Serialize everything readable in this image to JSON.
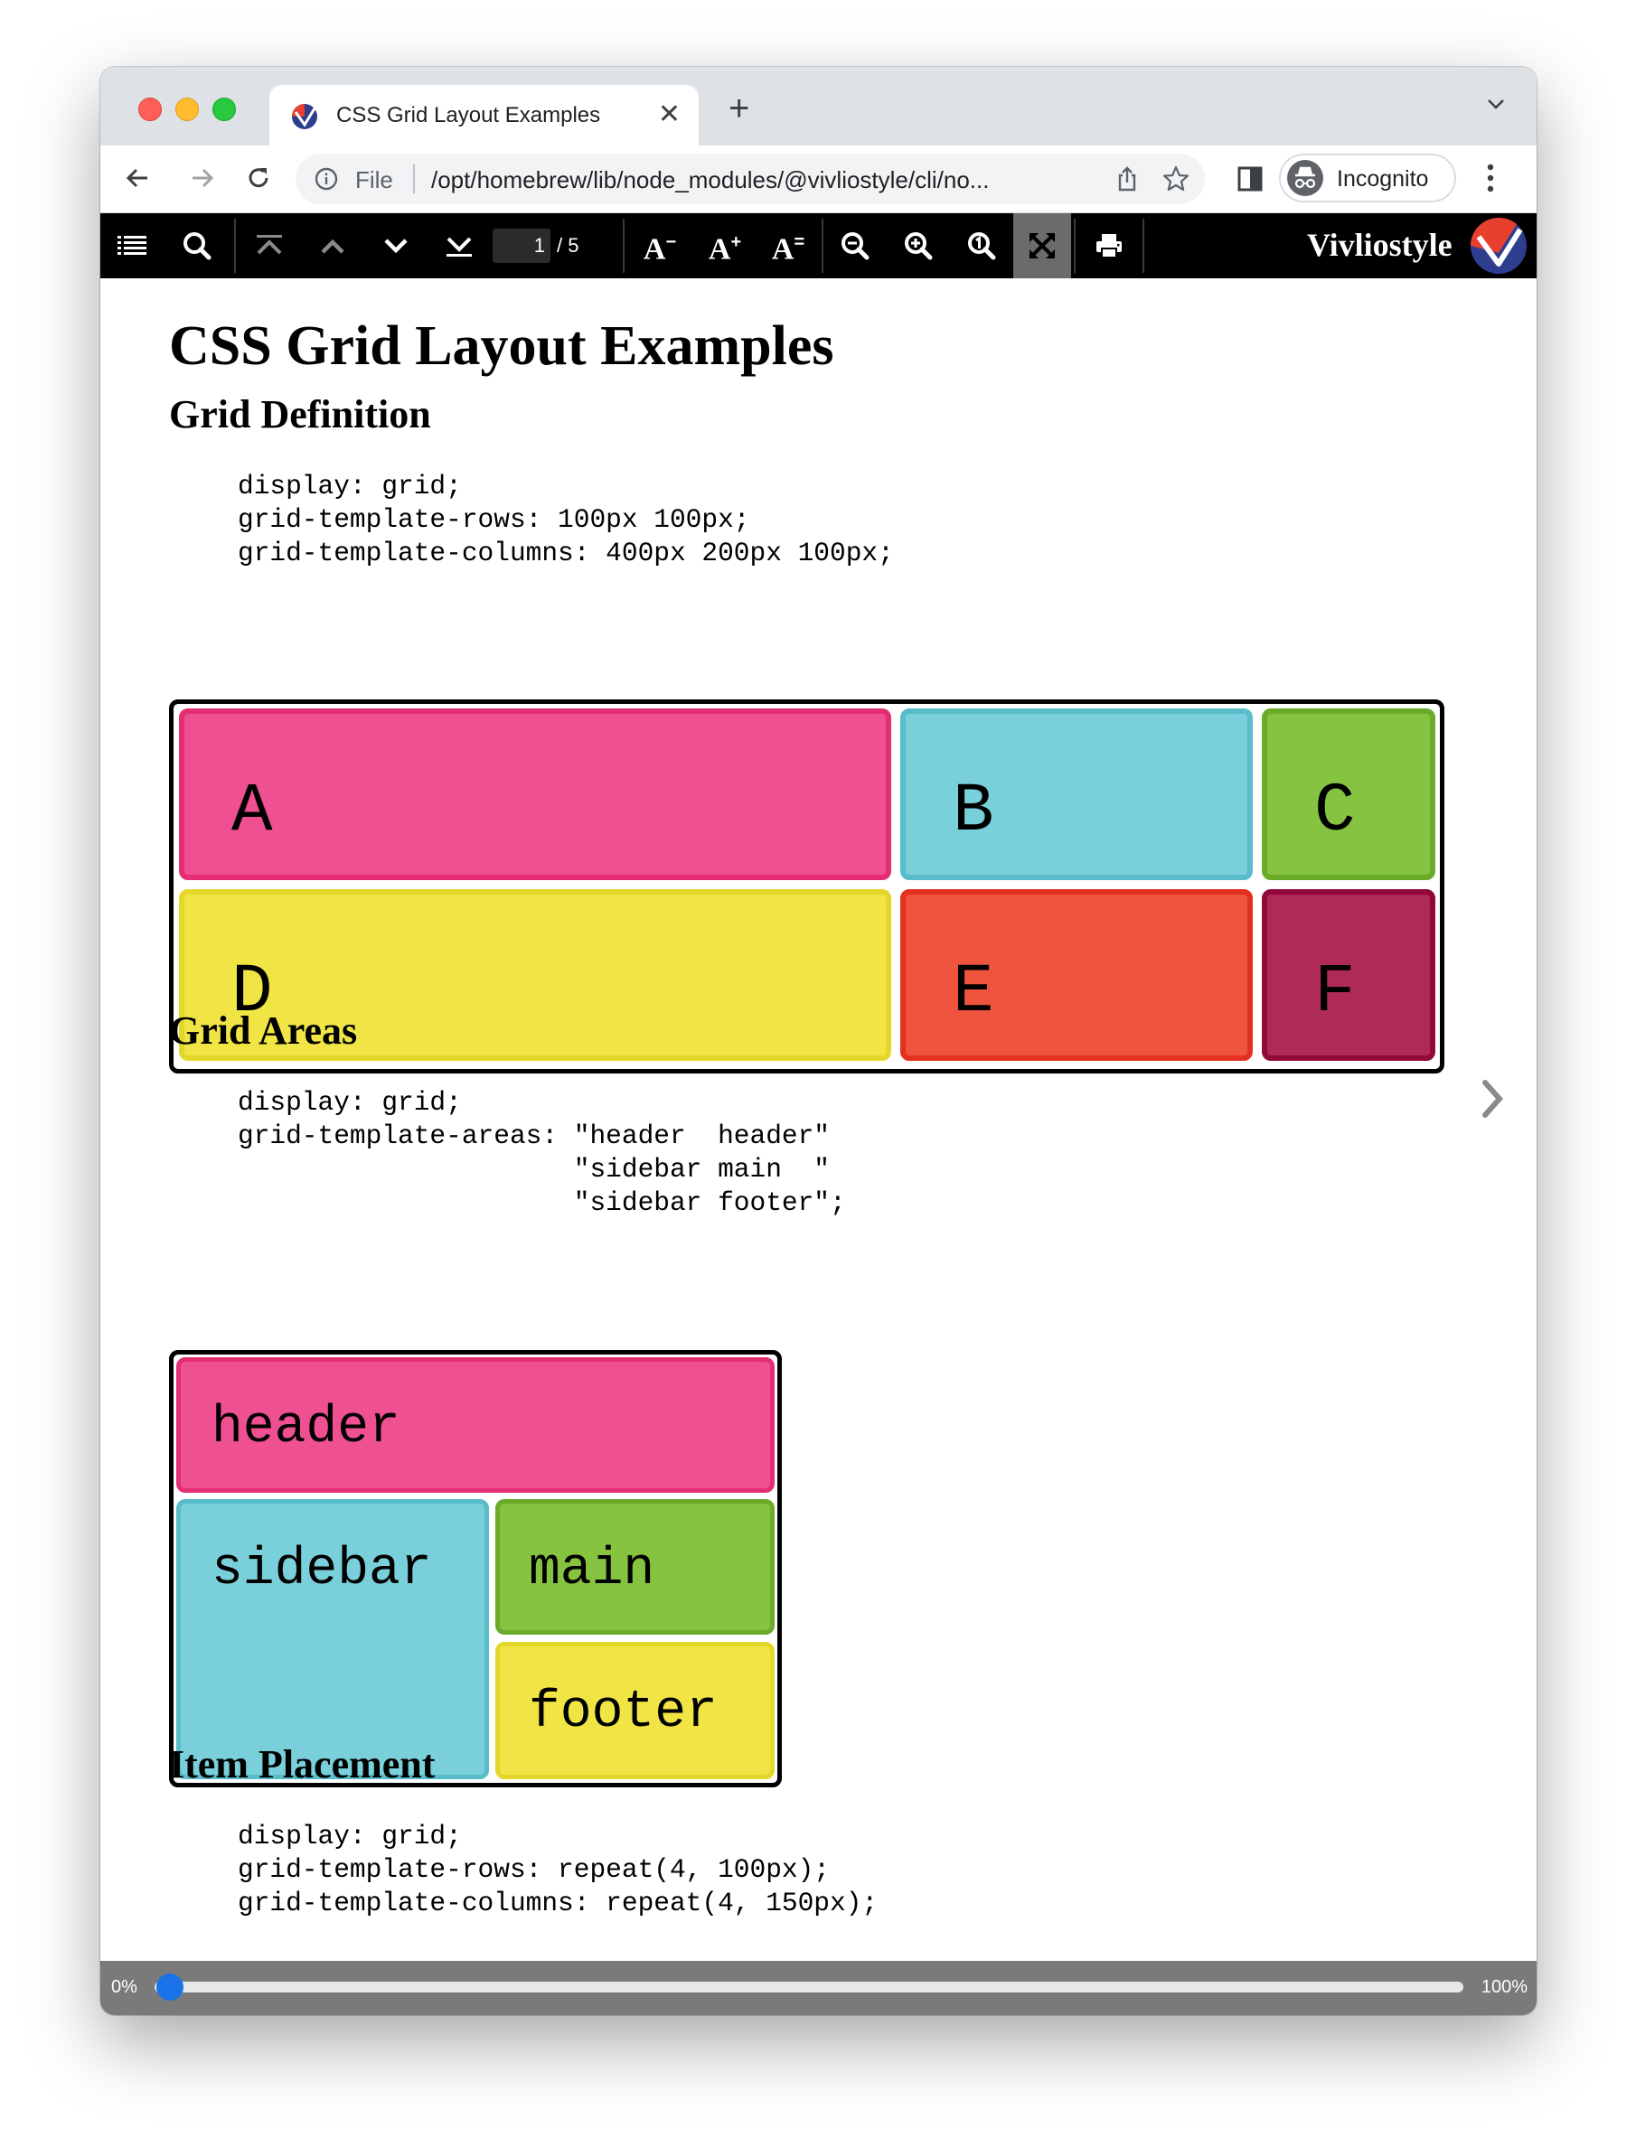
{
  "browser": {
    "tab_title": "CSS Grid Layout Examples",
    "tab_close": "✕",
    "new_tab": "+",
    "url_scheme": "File",
    "url_path": "/opt/homebrew/lib/node_modules/@vivliostyle/cli/no...",
    "profile_label": "Incognito"
  },
  "viewer": {
    "page_current": "1",
    "page_total": "/ 5",
    "brand": "Vivliostyle",
    "font_decrease": "A",
    "font_increase": "A",
    "font_reset": "A",
    "font_decrease_mark": "−",
    "font_increase_mark": "+",
    "font_reset_mark": "=",
    "icons": [
      "toc-icon",
      "search-icon",
      "first-page-icon",
      "previous-page-icon",
      "next-page-icon",
      "last-page-icon",
      "zoom-out-icon",
      "zoom-in-icon",
      "zoom-actual-size-icon",
      "fit-to-screen-icon",
      "print-icon"
    ]
  },
  "document": {
    "title": "CSS Grid Layout Examples",
    "sections": [
      {
        "heading": "Grid Definition",
        "code": "display: grid;\ngrid-template-rows: 100px 100px;\ngrid-template-columns: 400px 200px 100px;",
        "items": [
          "A",
          "B",
          "C",
          "D",
          "E",
          "F"
        ]
      },
      {
        "heading": "Grid Areas",
        "code": "display: grid;\ngrid-template-areas: \"header  header\"\n                     \"sidebar main  \"\n                     \"sidebar footer\";",
        "items": [
          "header",
          "sidebar",
          "main",
          "footer"
        ]
      },
      {
        "heading": "Item Placement",
        "code": "display: grid;\ngrid-template-rows: repeat(4, 100px);\ngrid-template-columns: repeat(4, 150px);"
      }
    ]
  },
  "progress": {
    "min_label": "0%",
    "max_label": "100%",
    "value_percent": 0
  },
  "colors": {
    "pink": "#ef5091",
    "pink_border": "#e32e72",
    "cyan": "#7ad0da",
    "cyan_border": "#58bccb",
    "green": "#86c341",
    "green_border": "#6aab2a",
    "yellow": "#f1e546",
    "yellow_border": "#e5d62a",
    "orange": "#ef553e",
    "orange_border": "#e3301f",
    "maroon": "#b02a57",
    "maroon_border": "#90093a",
    "progress_knob": "#1a73e8"
  }
}
